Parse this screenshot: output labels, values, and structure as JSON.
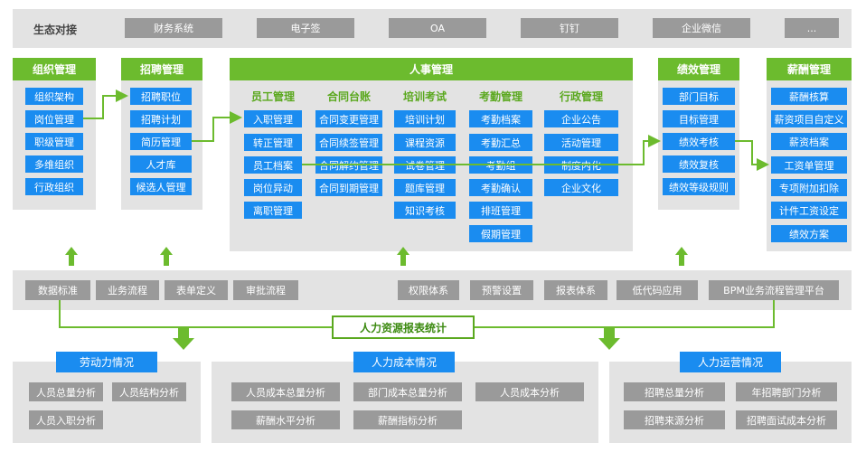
{
  "ecosystem": {
    "label": "生态对接",
    "items": [
      "财务系统",
      "电子签",
      "OA",
      "钉钉",
      "企业微信",
      "..."
    ]
  },
  "org": {
    "title": "组织管理",
    "items": [
      "组织架构",
      "岗位管理",
      "职级管理",
      "多维组织",
      "行政组织"
    ]
  },
  "recruit": {
    "title": "招聘管理",
    "items": [
      "招聘职位",
      "招聘计划",
      "简历管理",
      "人才库",
      "候选人管理"
    ]
  },
  "hr": {
    "title": "人事管理",
    "columns": [
      {
        "title": "员工管理",
        "items": [
          "入职管理",
          "转正管理",
          "员工档案",
          "岗位异动",
          "离职管理"
        ]
      },
      {
        "title": "合同台账",
        "items": [
          "合同变更管理",
          "合同续签管理",
          "合同解约管理",
          "合同到期管理"
        ]
      },
      {
        "title": "培训考试",
        "items": [
          "培训计划",
          "课程资源",
          "试卷管理",
          "题库管理",
          "知识考核"
        ]
      },
      {
        "title": "考勤管理",
        "items": [
          "考勤档案",
          "考勤汇总",
          "考勤组",
          "考勤确认",
          "排班管理",
          "假期管理"
        ]
      },
      {
        "title": "行政管理",
        "items": [
          "企业公告",
          "活动管理",
          "制度内化",
          "企业文化"
        ]
      }
    ]
  },
  "perf": {
    "title": "绩效管理",
    "items": [
      "部门目标",
      "目标管理",
      "绩效考核",
      "绩效复核",
      "绩效等级规则"
    ]
  },
  "salary": {
    "title": "薪酬管理",
    "items": [
      "薪酬核算",
      "薪资项目自定义",
      "薪资档案",
      "工资单管理",
      "专项附加扣除",
      "计件工资设定",
      "绩效方案"
    ]
  },
  "platform": {
    "items": [
      "数据标准",
      "业务流程",
      "表单定义",
      "审批流程",
      "权限体系",
      "预警设置",
      "报表体系",
      "低代码应用",
      "BPM业务流程管理平台"
    ]
  },
  "report_center": "人力资源报表统计",
  "reports": [
    {
      "title": "劳动力情况",
      "items": [
        "人员总量分析",
        "人员结构分析",
        "人员入职分析"
      ]
    },
    {
      "title": "人力成本情况",
      "items": [
        "人员成本总量分析",
        "部门成本总量分析",
        "人员成本分析",
        "薪酬水平分析",
        "薪酬指标分析"
      ]
    },
    {
      "title": "人力运营情况",
      "items": [
        "招聘总量分析",
        "年招聘部门分析",
        "招聘来源分析",
        "招聘面试成本分析"
      ]
    }
  ],
  "colors": {
    "green": "#6cbb2e",
    "blue": "#1a8cf0",
    "gray": "#9a9a9a",
    "band": "#e3e3e3"
  }
}
